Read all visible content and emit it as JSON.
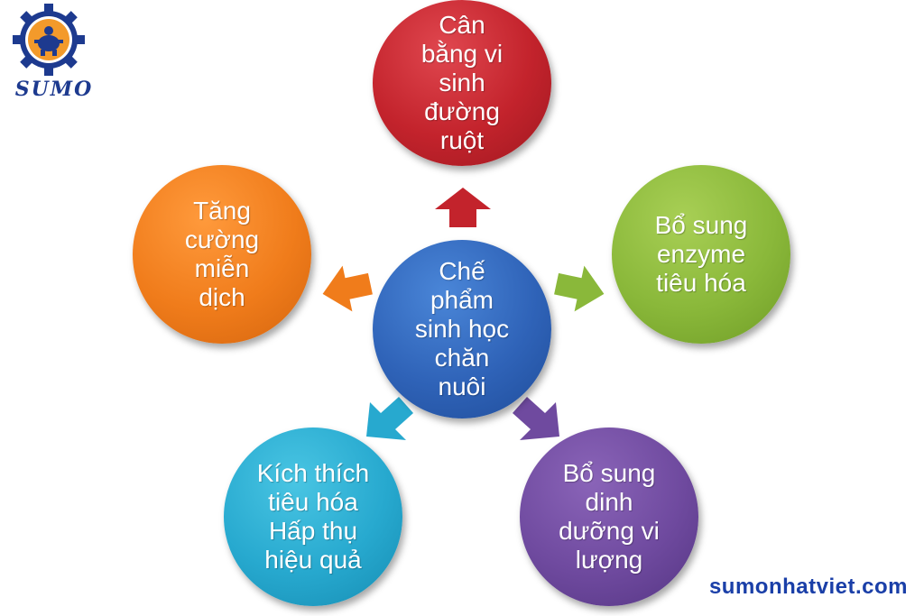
{
  "logo": {
    "text": "SUMO",
    "icon": "sumo-wrestler-gear-logo"
  },
  "diagram": {
    "center": "Chế phẩm sinh học chăn nuôi",
    "top": "Cân bằng vi sinh đường ruột",
    "right": "Bổ sung enzyme tiêu hóa",
    "bottom_right": "Bổ sung dinh dưỡng vi lượng",
    "bottom_left": "Kích thích tiêu hóa Hấp thụ hiệu quả",
    "left": "Tăng cường miễn dịch"
  },
  "colors": {
    "center": "#2f63b8",
    "top": "#c3232c",
    "right": "#8ab83a",
    "bottom_right": "#6f4a9f",
    "bottom_left": "#27a9cf",
    "left": "#f07c1b",
    "website": "#1a3fa8"
  },
  "website": "sumonhatviet.com"
}
